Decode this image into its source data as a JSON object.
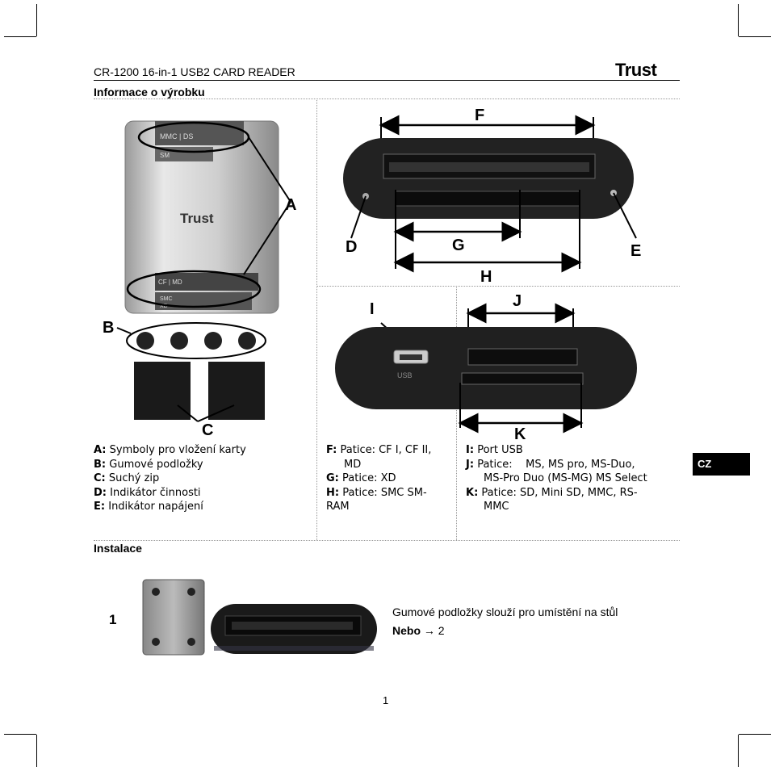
{
  "header": {
    "title": "CR-1200 16-in-1 USB2 CARD READER",
    "subtitle": "Informace o výrobku",
    "logo": "Trust"
  },
  "figure": {
    "labels": {
      "A": "A",
      "B": "B",
      "C": "C",
      "D": "D",
      "E": "E",
      "F": "F",
      "G": "G",
      "H": "H",
      "I": "I",
      "J": "J",
      "K": "K"
    },
    "device_text": {
      "top_slot": "MMC | DS",
      "sm": "SM",
      "brand": "Trust",
      "cf": "CF | MD",
      "smc": "SMC",
      "xd": "XD",
      "usb": "USB"
    }
  },
  "legend_col1": [
    {
      "key": "A:",
      "text": "Symboly pro vložení karty"
    },
    {
      "key": "B:",
      "text": "Gumové podložky"
    },
    {
      "key": "C:",
      "text": "Suchý zip"
    },
    {
      "key": "D:",
      "text": "Indikátor činnosti"
    },
    {
      "key": "E:",
      "text": "Indikátor napájení"
    }
  ],
  "legend_col2": [
    {
      "key": "F:",
      "text": "Patice: CF I, CF II,",
      "cont": "MD"
    },
    {
      "key": "G:",
      "text": "Patice: XD"
    },
    {
      "key": "H:",
      "text": "Patice: SMC SM-",
      "cont": "RAM"
    }
  ],
  "legend_col3": [
    {
      "key": "I:",
      "text": "Port USB"
    },
    {
      "key": "J:",
      "text": "Patice:    MS, MS pro, MS-Duo,",
      "cont": "MS-Pro Duo (MS-MG) MS Select"
    },
    {
      "key": "K:",
      "text": "Patice: SD, Mini SD, MMC, RS-",
      "cont": "MMC"
    }
  ],
  "lang_tab": "CZ",
  "install": {
    "section_title": "Instalace",
    "step_number": "1",
    "step_line1": "Gumové podložky slouží pro umístění na stůl",
    "step_line2_bold": "Nebo",
    "step_line2_arrow": "→",
    "step_line2_rest": "2"
  },
  "page_number": "1"
}
